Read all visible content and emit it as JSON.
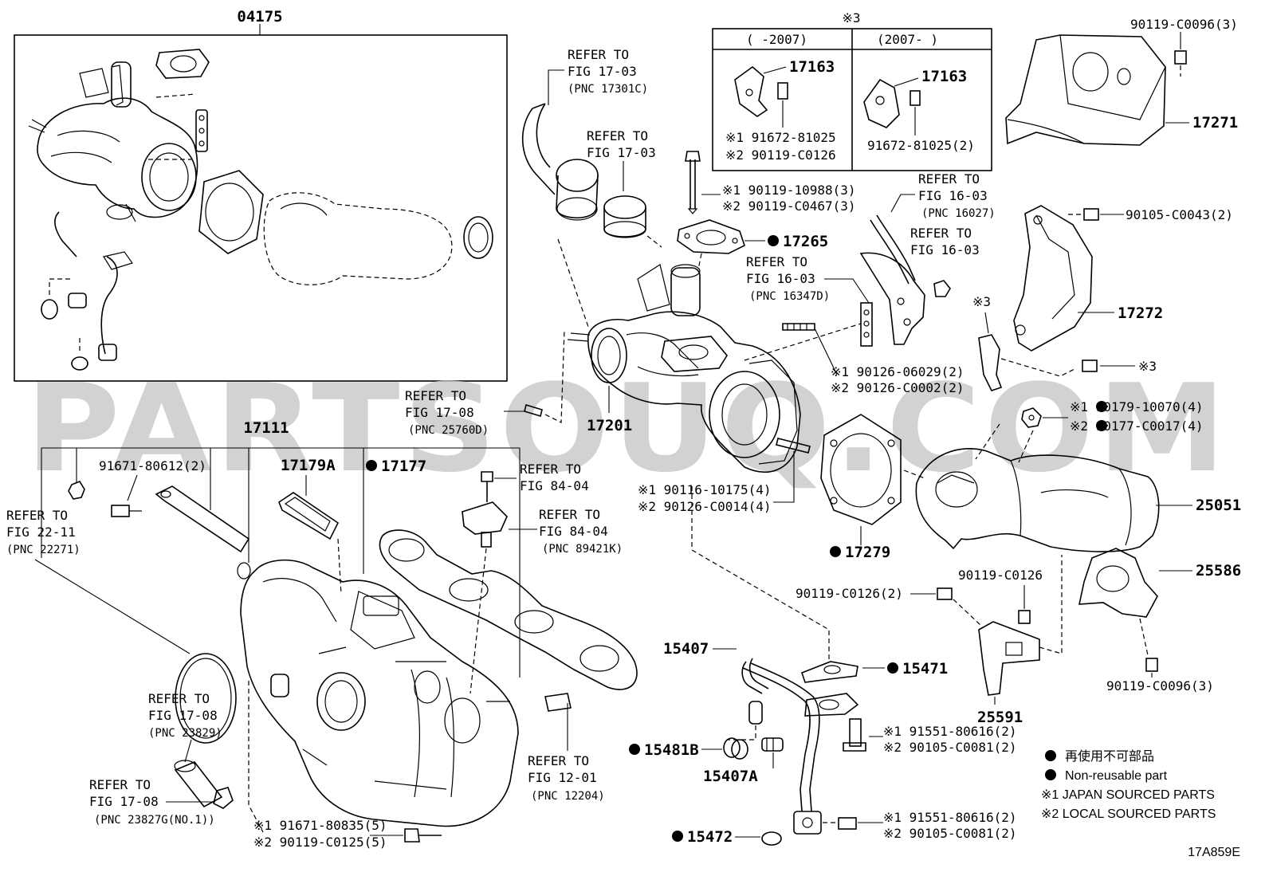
{
  "diagram": {
    "code": "17A859E",
    "watermark": "PARTSOUQ.COM",
    "legend": {
      "line1": "再使用不可部品",
      "line2": "Non-reusable part",
      "line3": "※1 JAPAN SOURCED PARTS",
      "line4": "※2 LOCAL SOURCED PARTS"
    },
    "inset_box": {
      "label": "04175"
    },
    "table": {
      "mark": "※3",
      "left_header": "(   -2007)",
      "right_header": "(2007-   )",
      "left": {
        "part": "17163",
        "bolt1": "※1 91672-81025",
        "bolt2": "※2 90119-C0126"
      },
      "right": {
        "part": "17163",
        "bolt": "91672-81025(2)"
      }
    },
    "refs": [
      {
        "line1": "REFER TO",
        "line2": "FIG 17-03",
        "pnc": "(PNC 17301C)"
      },
      {
        "line1": "REFER TO",
        "line2": "FIG 17-03"
      },
      {
        "line1": "REFER TO",
        "line2": "FIG 16-03",
        "pnc": "(PNC 16027)"
      },
      {
        "line1": "REFER TO",
        "line2": "FIG 16-03"
      },
      {
        "line1": "REFER TO",
        "line2": "FIG 16-03",
        "pnc": "(PNC 16347D)"
      },
      {
        "line1": "REFER TO",
        "line2": "FIG 17-08",
        "pnc": "(PNC 25760D)"
      },
      {
        "line1": "REFER TO",
        "line2": "FIG 84-04"
      },
      {
        "line1": "REFER TO",
        "line2": "FIG 84-04",
        "pnc": "(PNC 89421K)"
      },
      {
        "line1": "REFER TO",
        "line2": "FIG 22-11",
        "pnc": "(PNC 22271)"
      },
      {
        "line1": "REFER TO",
        "line2": "FIG 17-08",
        "pnc": "(PNC 23829)"
      },
      {
        "line1": "REFER TO",
        "line2": "FIG 17-08",
        "pnc": "(PNC 23827G(NO.1))"
      },
      {
        "line1": "REFER TO",
        "line2": "FIG 12-01",
        "pnc": "(PNC 12204)"
      }
    ],
    "parts": {
      "p90119_c0096_top": "90119-C0096(3)",
      "p17271": "17271",
      "p90105_c0043": "90105-C0043(2)",
      "p17272": "17272",
      "p_x3_bolt": "※3",
      "p_x3_bracket": "※3",
      "p90179": "※1 90179-10070(4)",
      "p90177": "※2 90177-C0017(4)",
      "p25051": "25051",
      "p25586": "25586",
      "p90119_c0126": "90119-C0126",
      "p90119_c0126_2": "90119-C0126(2)",
      "p90119_c0096_bot": "90119-C0096(3)",
      "p25591": "25591",
      "p15471": "15471",
      "p15407": "15407",
      "p15481b": "15481B",
      "p15407a": "15407A",
      "p15472": "15472",
      "p91551a": "※1 91551-80616(2)",
      "p90105a": "※2 90105-C0081(2)",
      "p91551b": "※1 91551-80616(2)",
      "p90105b": "※2 90105-C0081(2)",
      "p90119_10988": "※1 90119-10988(3)",
      "p90119_c0467": "※2 90119-C0467(3)",
      "p17265": "17265",
      "p90126_06029": "※1 90126-06029(2)",
      "p90126_c0002": "※2 90126-C0002(2)",
      "p17201": "17201",
      "p90116": "※1 90116-10175(4)",
      "p90126_c0014": "※2 90126-C0014(4)",
      "p17279": "17279",
      "p17111": "17111",
      "p91671_80612": "91671-80612(2)",
      "p17179a": "17179A",
      "p17177": "17177",
      "p91671_80835": "※1 91671-80835(5)",
      "p90119_c0125": "※2 90119-C0125(5)"
    }
  }
}
